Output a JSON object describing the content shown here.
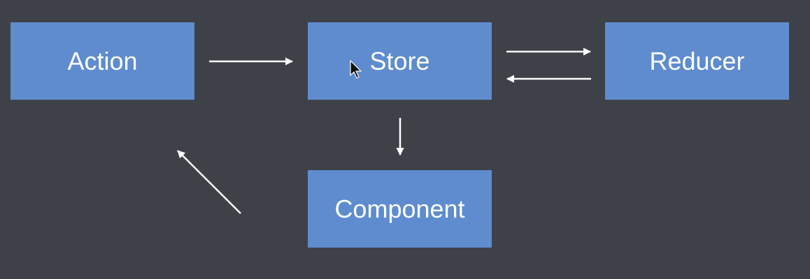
{
  "diagram": {
    "nodes": {
      "action": "Action",
      "store": "Store",
      "reducer": "Reducer",
      "component": "Component"
    },
    "edges": [
      {
        "from": "action",
        "to": "store"
      },
      {
        "from": "store",
        "to": "reducer"
      },
      {
        "from": "reducer",
        "to": "store"
      },
      {
        "from": "store",
        "to": "component"
      },
      {
        "from": "component",
        "to": "action"
      }
    ]
  },
  "icons": {
    "cursor": "mouse-pointer-icon"
  },
  "colors": {
    "background": "#3f4148",
    "node_fill": "#5e8ccf",
    "text": "#ffffff",
    "arrow": "#ffffff"
  }
}
